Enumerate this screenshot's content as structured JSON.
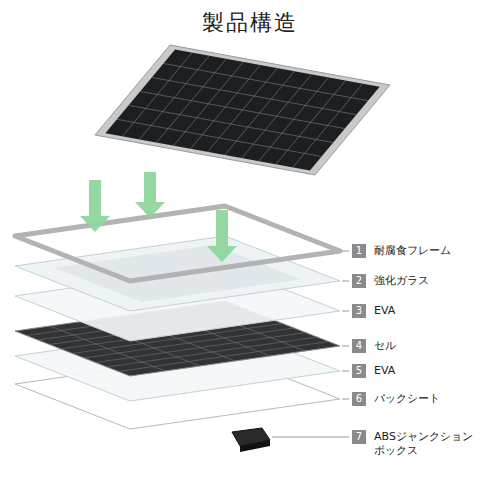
{
  "diagram": {
    "title": "製品構造",
    "nodes": [
      {
        "text": [
          "1",
          "耐腐食フレーム"
        ]
      },
      {
        "text": [
          "2",
          "強化ガラス"
        ]
      },
      {
        "text": [
          "3",
          "EVA"
        ]
      },
      {
        "text": [
          "4",
          "セル"
        ]
      },
      {
        "text": [
          "5",
          "EVA"
        ]
      },
      {
        "text": [
          "6",
          "バックシート"
        ]
      },
      {
        "text": [
          "7",
          "ABSジャンクション ボックス"
        ]
      }
    ]
  }
}
